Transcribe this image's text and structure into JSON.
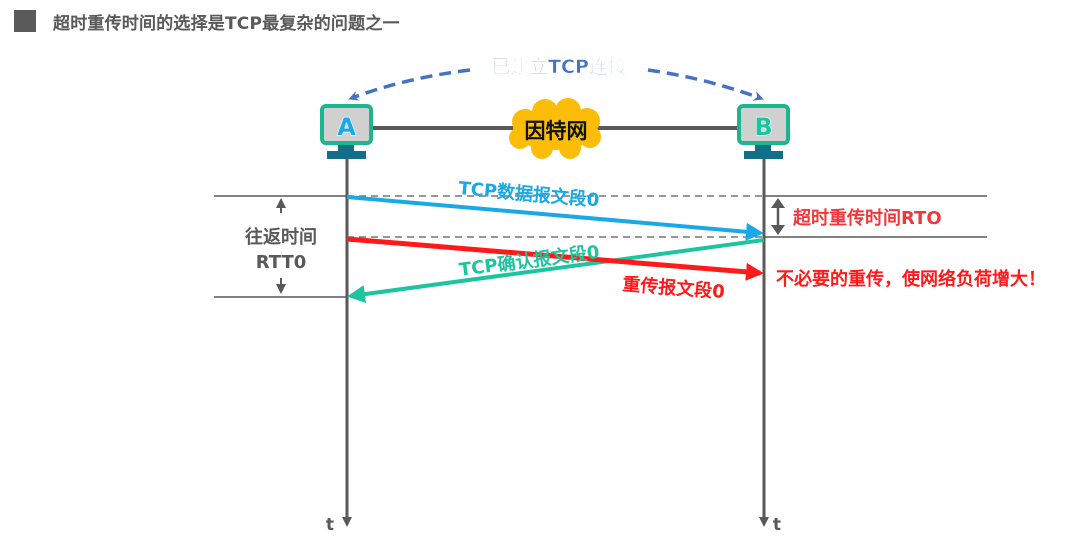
{
  "header": {
    "title": "超时重传时间的选择是TCP最复杂的问题之一"
  },
  "diagram": {
    "connection_label": "已建立TCP连接",
    "network_label": "因特网",
    "host_a": {
      "label": "A"
    },
    "host_b": {
      "label": "B"
    },
    "time_axis_label": "t",
    "rtt_label_line1": "往返时间",
    "rtt_label_line2": "RTT0",
    "rto_label": "超时重传时间RTO",
    "segments": [
      {
        "label": "TCP数据报文段0",
        "color": "#1aa9e8",
        "from": "A",
        "to": "B"
      },
      {
        "label": "TCP确认报文段0",
        "color": "#1cc59e",
        "from": "B",
        "to": "A"
      },
      {
        "label": "重传报文段0",
        "color": "#ff1a1a",
        "from": "A",
        "to": "B"
      }
    ],
    "warning_label": "不必要的重传，使网络负荷增大！"
  },
  "colors": {
    "connection": "#4472c4",
    "host_border": "#1cb58e",
    "host_screen": "#d0d0d0",
    "host_stand": "#136e8a",
    "cloud": "#fbbd08",
    "axis": "#595959",
    "rto_text": "#f0383a",
    "warning_text": "#ff1a1a"
  }
}
